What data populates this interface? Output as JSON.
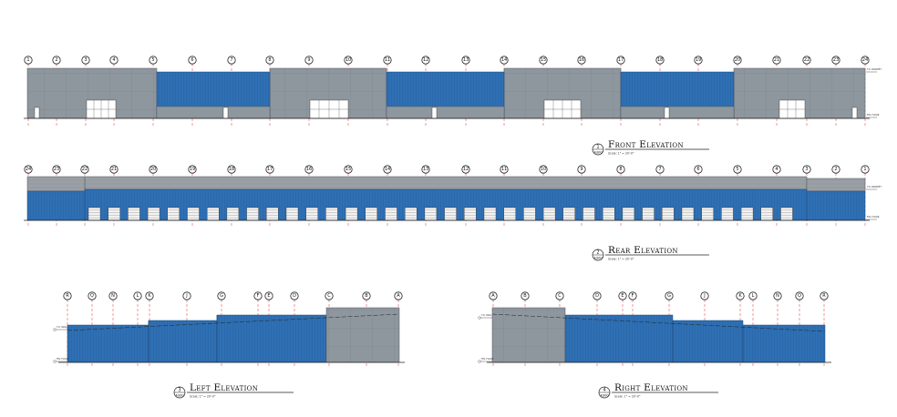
{
  "elevations": {
    "front": {
      "title": "Front Elevation",
      "number": "1",
      "sheet": "A300",
      "scale": "Scale: 1\" = 20'-0\"",
      "grid": [
        "1",
        "2",
        "3",
        "4",
        "5",
        "6",
        "7",
        "8",
        "9",
        "10",
        "11",
        "12",
        "13",
        "14",
        "15",
        "16",
        "17",
        "18",
        "19",
        "20",
        "21",
        "22",
        "23",
        "24"
      ]
    },
    "rear": {
      "title": "Rear Elevation",
      "number": "2",
      "sheet": "A300",
      "scale": "Scale: 1\" = 20'-0\"",
      "grid": [
        "24",
        "23",
        "22",
        "21",
        "20",
        "19",
        "18",
        "17",
        "16",
        "15",
        "14",
        "13",
        "12",
        "11",
        "10",
        "9",
        "8",
        "7",
        "6",
        "5",
        "4",
        "3",
        "2",
        "1"
      ]
    },
    "left": {
      "title": "Left Elevation",
      "number": "3",
      "sheet": "A300",
      "scale": "Scale: 1\" = 20'-0\"",
      "grid": [
        "R",
        "Q",
        "N",
        "L",
        "K",
        "J",
        "G",
        "F",
        "E",
        "D",
        "C",
        "B",
        "A"
      ]
    },
    "right": {
      "title": "Right Elevation",
      "number": "4",
      "sheet": "A300",
      "scale": "Scale: 1\" = 20'-0\"",
      "grid": [
        "A",
        "B",
        "C",
        "D",
        "E",
        "F",
        "G",
        "J",
        "K",
        "L",
        "N",
        "Q",
        "R"
      ]
    }
  },
  "colors": {
    "panel_blue": "#2f6fb3",
    "panel_gray": "#8e969e",
    "roof_band": "#9aa0a6",
    "grid_red": "#dd3333"
  }
}
